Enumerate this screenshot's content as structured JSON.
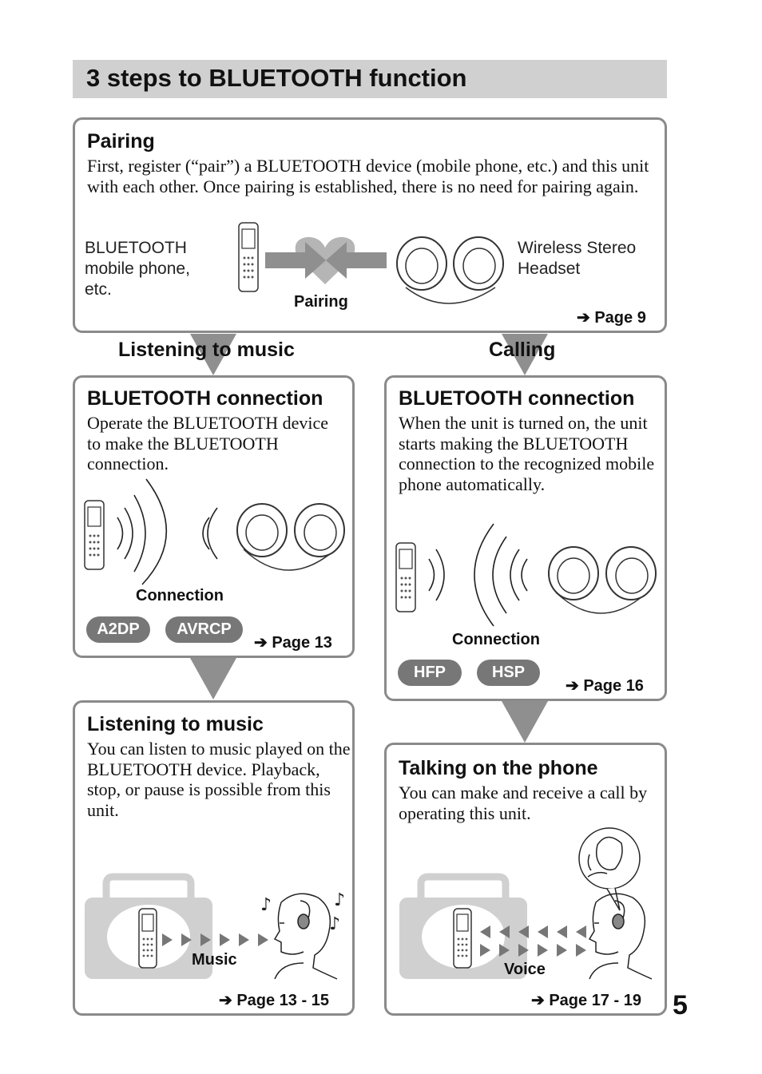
{
  "title": "3 steps to BLUETOOTH function",
  "page_number": "5",
  "pairing": {
    "heading": "Pairing",
    "body": "First, register (“pair”) a BLUETOOTH device (mobile phone, etc.) and this unit with each other. Once pairing is established, there is no need for pairing again.",
    "device_label": "BLUETOOTH mobile phone, etc.",
    "headset_label": "Wireless Stereo Headset",
    "caption": "Pairing",
    "page_ref": "Page 9"
  },
  "branches": {
    "left": "Listening to music",
    "right": "Calling"
  },
  "music_connection": {
    "heading": "BLUETOOTH connection",
    "body": "Operate the BLUETOOTH device to make the BLUETOOTH connection.",
    "caption": "Connection",
    "badges": [
      "A2DP",
      "AVRCP"
    ],
    "page_ref": "Page 13"
  },
  "call_connection": {
    "heading": "BLUETOOTH connection",
    "body": "When the unit is turned on, the unit starts making the BLUETOOTH connection to the recognized mobile phone automatically.",
    "caption": "Connection",
    "badges": [
      "HFP",
      "HSP"
    ],
    "page_ref": "Page 16"
  },
  "listening": {
    "heading": "Listening to music",
    "body": "You can listen to music played on the BLUETOOTH device. Playback, stop, or pause is possible from this unit.",
    "caption": "Music",
    "page_ref": "Page 13 - 15"
  },
  "talking": {
    "heading": "Talking on the phone",
    "body": "You can make and receive a call by operating this unit.",
    "caption": "Voice",
    "page_ref": "Page 17 - 19"
  },
  "colors": {
    "banner": "#d0d0d0",
    "border": "#8a8a8a",
    "arrow": "#8f8f8f",
    "badge": "#777777"
  }
}
